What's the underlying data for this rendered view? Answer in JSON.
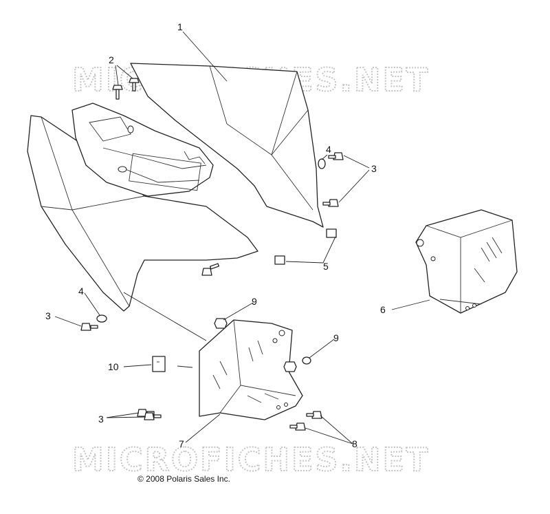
{
  "watermark": {
    "text": "MICROFICHES.NET"
  },
  "copyright": "© 2008 Polaris Sales Inc.",
  "callouts": {
    "c1": "1",
    "c2": "2",
    "c3a": "3",
    "c3b": "3",
    "c3c": "3",
    "c4a": "4",
    "c4b": "4",
    "c5": "5",
    "c6": "6",
    "c7": "7",
    "c8": "8",
    "c9a": "9",
    "c9b": "9",
    "c10": "10"
  }
}
